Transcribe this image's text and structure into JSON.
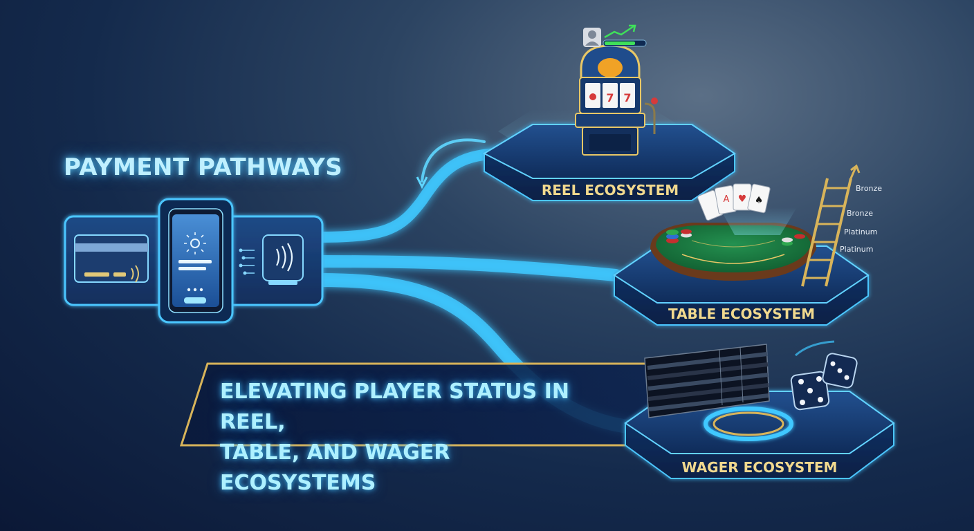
{
  "headline": "PAYMENT PATHWAYS",
  "banner": {
    "line1": "ELEVATING PLAYER STATUS IN REEL,",
    "line2": "TABLE, AND WAGER ECOSYSTEMS"
  },
  "platforms": {
    "reel": "REEL ECOSYSTEM",
    "table": "TABLE ECOSYSTEM",
    "wager": "WAGER ECOSYSTEM"
  },
  "ladder_tiers": [
    "Bronze",
    "Bronze",
    "Platinum",
    "Platinum"
  ],
  "colors": {
    "accent_cyan": "#3fc8ff",
    "gold": "#d8b45a",
    "platform_blue": "#163a73",
    "felt_green": "#17693a"
  },
  "icons": [
    "credit-card-icon",
    "smartphone-icon",
    "contactless-terminal-icon",
    "user-icon",
    "trend-arrow-icon",
    "slot-machine-icon",
    "playing-cards-icon",
    "poker-chips-icon",
    "ladder-icon",
    "dice-icon",
    "odds-board-icon"
  ]
}
